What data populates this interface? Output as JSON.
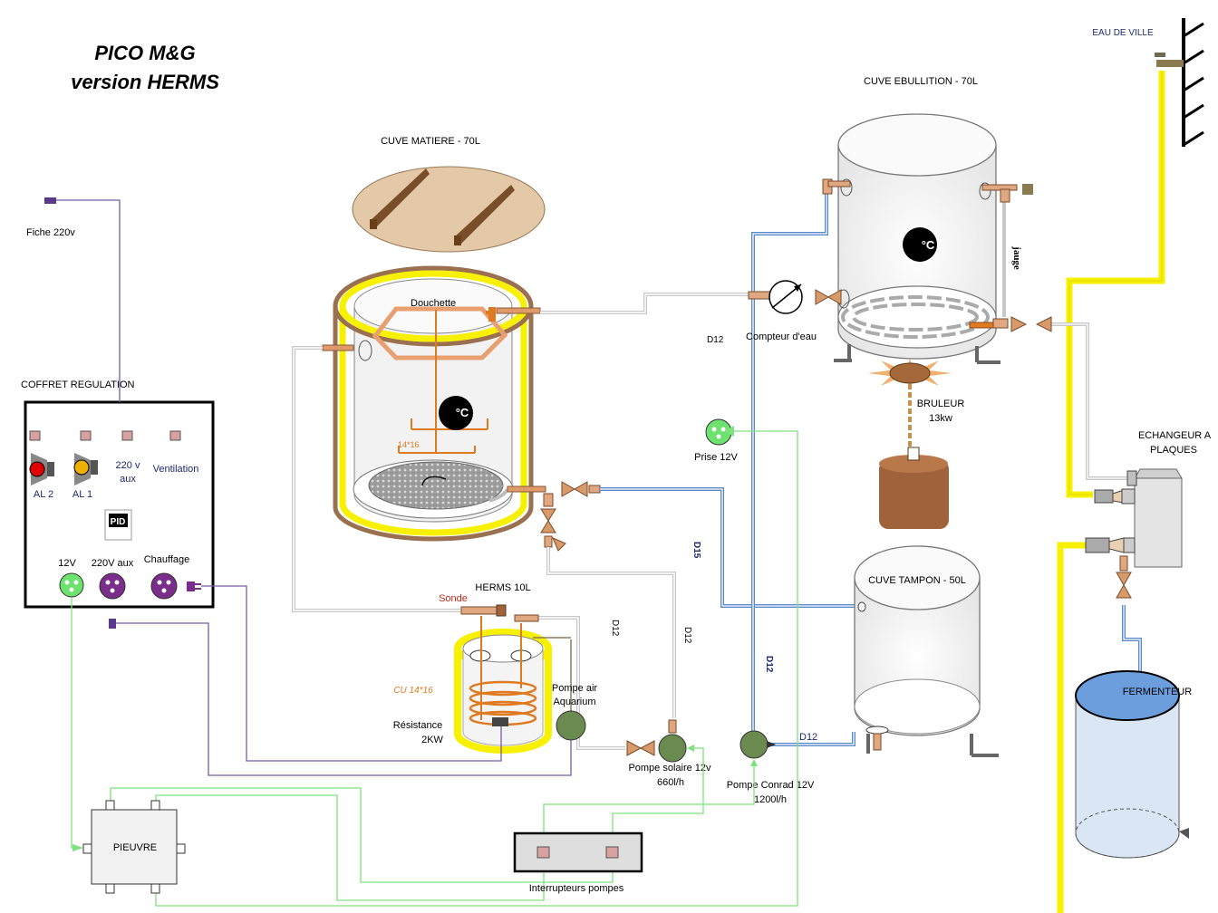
{
  "title": {
    "line1": "PICO M&G",
    "line2": "version HERMS"
  },
  "labels": {
    "eau_de_ville": "EAU DE VILLE",
    "cuve_ebullition": "CUVE EBULLITION - 70L",
    "cuve_matiere": "CUVE MATIERE - 70L",
    "fiche": "Fiche 220v",
    "douchette": "Douchette",
    "compteur": "Compteur d'eau",
    "d12_a": "D12",
    "jauge": "jauge",
    "coffret": "COFFRET REGULATION",
    "bruleur": "BRULEUR",
    "bruleur_power": "13kw",
    "echangeur_1": "ECHANGEUR A",
    "echangeur_2": "PLAQUES",
    "prise": "Prise 12V",
    "size_1416": "14*16",
    "d15": "D15",
    "cuve_tampon": "CUVE TAMPON - 50L",
    "herms": "HERMS 10L",
    "sonde": "Sonde",
    "d12_b": "D12",
    "d12_c": "D12",
    "d12_d": "D12",
    "d12_e": "D12",
    "cu": "CU 14*16",
    "pompe_air_1": "Pompe air",
    "pompe_air_2": "Aquarium",
    "resistance_1": "Résistance",
    "resistance_2": "2KW",
    "fermenteur": "FERMENTEUR",
    "pompe_solaire_1": "Pompe solaire 12v",
    "pompe_solaire_2": "660l/h",
    "pompe_conrad_1": "Pompe Conrad 12V",
    "pompe_conrad_2": "1200l/h",
    "pieuvre": "PIEUVRE",
    "interrupteurs": "Interrupteurs pompes",
    "temp": "°C",
    "al2": "AL 2",
    "al1": "AL 1",
    "v220_1": "220 v",
    "v220_2": "aux",
    "ventilation": "Ventilation",
    "pid": "PID",
    "v12": "12V",
    "v220aux": "220V aux",
    "chauffage": "Chauffage"
  }
}
